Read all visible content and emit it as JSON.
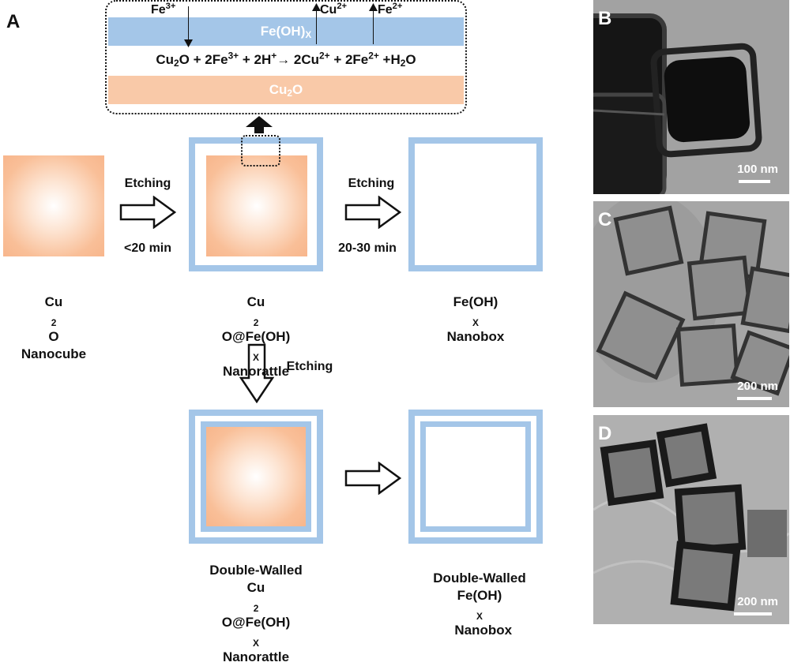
{
  "panels": {
    "a": "A",
    "b": "B",
    "c": "C",
    "d": "D"
  },
  "inset": {
    "shell": "Fe(OH)",
    "shell_sub": "X",
    "core": "Cu",
    "core_sub": "2",
    "core_tail": "O",
    "ion_fe3": "Fe",
    "ion_fe3_sup": "3+",
    "ion_cu2": "Cu",
    "ion_cu2_sup": "2+",
    "ion_fe2": "Fe",
    "ion_fe2_sup": "2+",
    "equation": {
      "p1": "Cu",
      "p1_sub": "2",
      "p2": "O + 2Fe",
      "p2_sup": "3+",
      "p3": " + 2H",
      "p3_sup": "+",
      "arrow": "→",
      "p4": " 2Cu",
      "p4_sup": "2+",
      "p5": " + 2Fe",
      "p5_sup": "2+",
      "p6": " +H",
      "p6_sub": "2",
      "p7": "O"
    }
  },
  "steps": {
    "etching1": "Etching",
    "time1": "<20 min",
    "etching2": "Etching",
    "time2": "20-30 min",
    "etching3": "Etching"
  },
  "labels": {
    "cu2o_nanocube": {
      "l1a": "Cu",
      "l1sub": "2",
      "l1b": "O",
      "l2": "Nanocube"
    },
    "nanorattle": {
      "l1a": "Cu",
      "l1sub": "2",
      "l1b": "O@Fe(OH)",
      "l1sub2": "X",
      "l2": "Nanorattle"
    },
    "nanobox": {
      "l1a": "Fe(OH)",
      "l1sub": "X",
      "l2": "Nanobox"
    },
    "dw_nanorattle": {
      "l0": "Double-Walled",
      "l1a": "Cu",
      "l1sub": "2",
      "l1b": "O@Fe(OH)",
      "l1sub2": "X",
      "l2": "Nanorattle"
    },
    "dw_nanobox": {
      "l0": "Double-Walled",
      "l1a": "Fe(OH)",
      "l1sub": "X",
      "l1b": "  Nanobox"
    }
  },
  "scalebars": {
    "b": "100 nm",
    "c": "200 nm",
    "d": "200 nm"
  },
  "colors": {
    "shell_blue": "#a4c6e8",
    "core_peach": "#f9c9a8"
  }
}
